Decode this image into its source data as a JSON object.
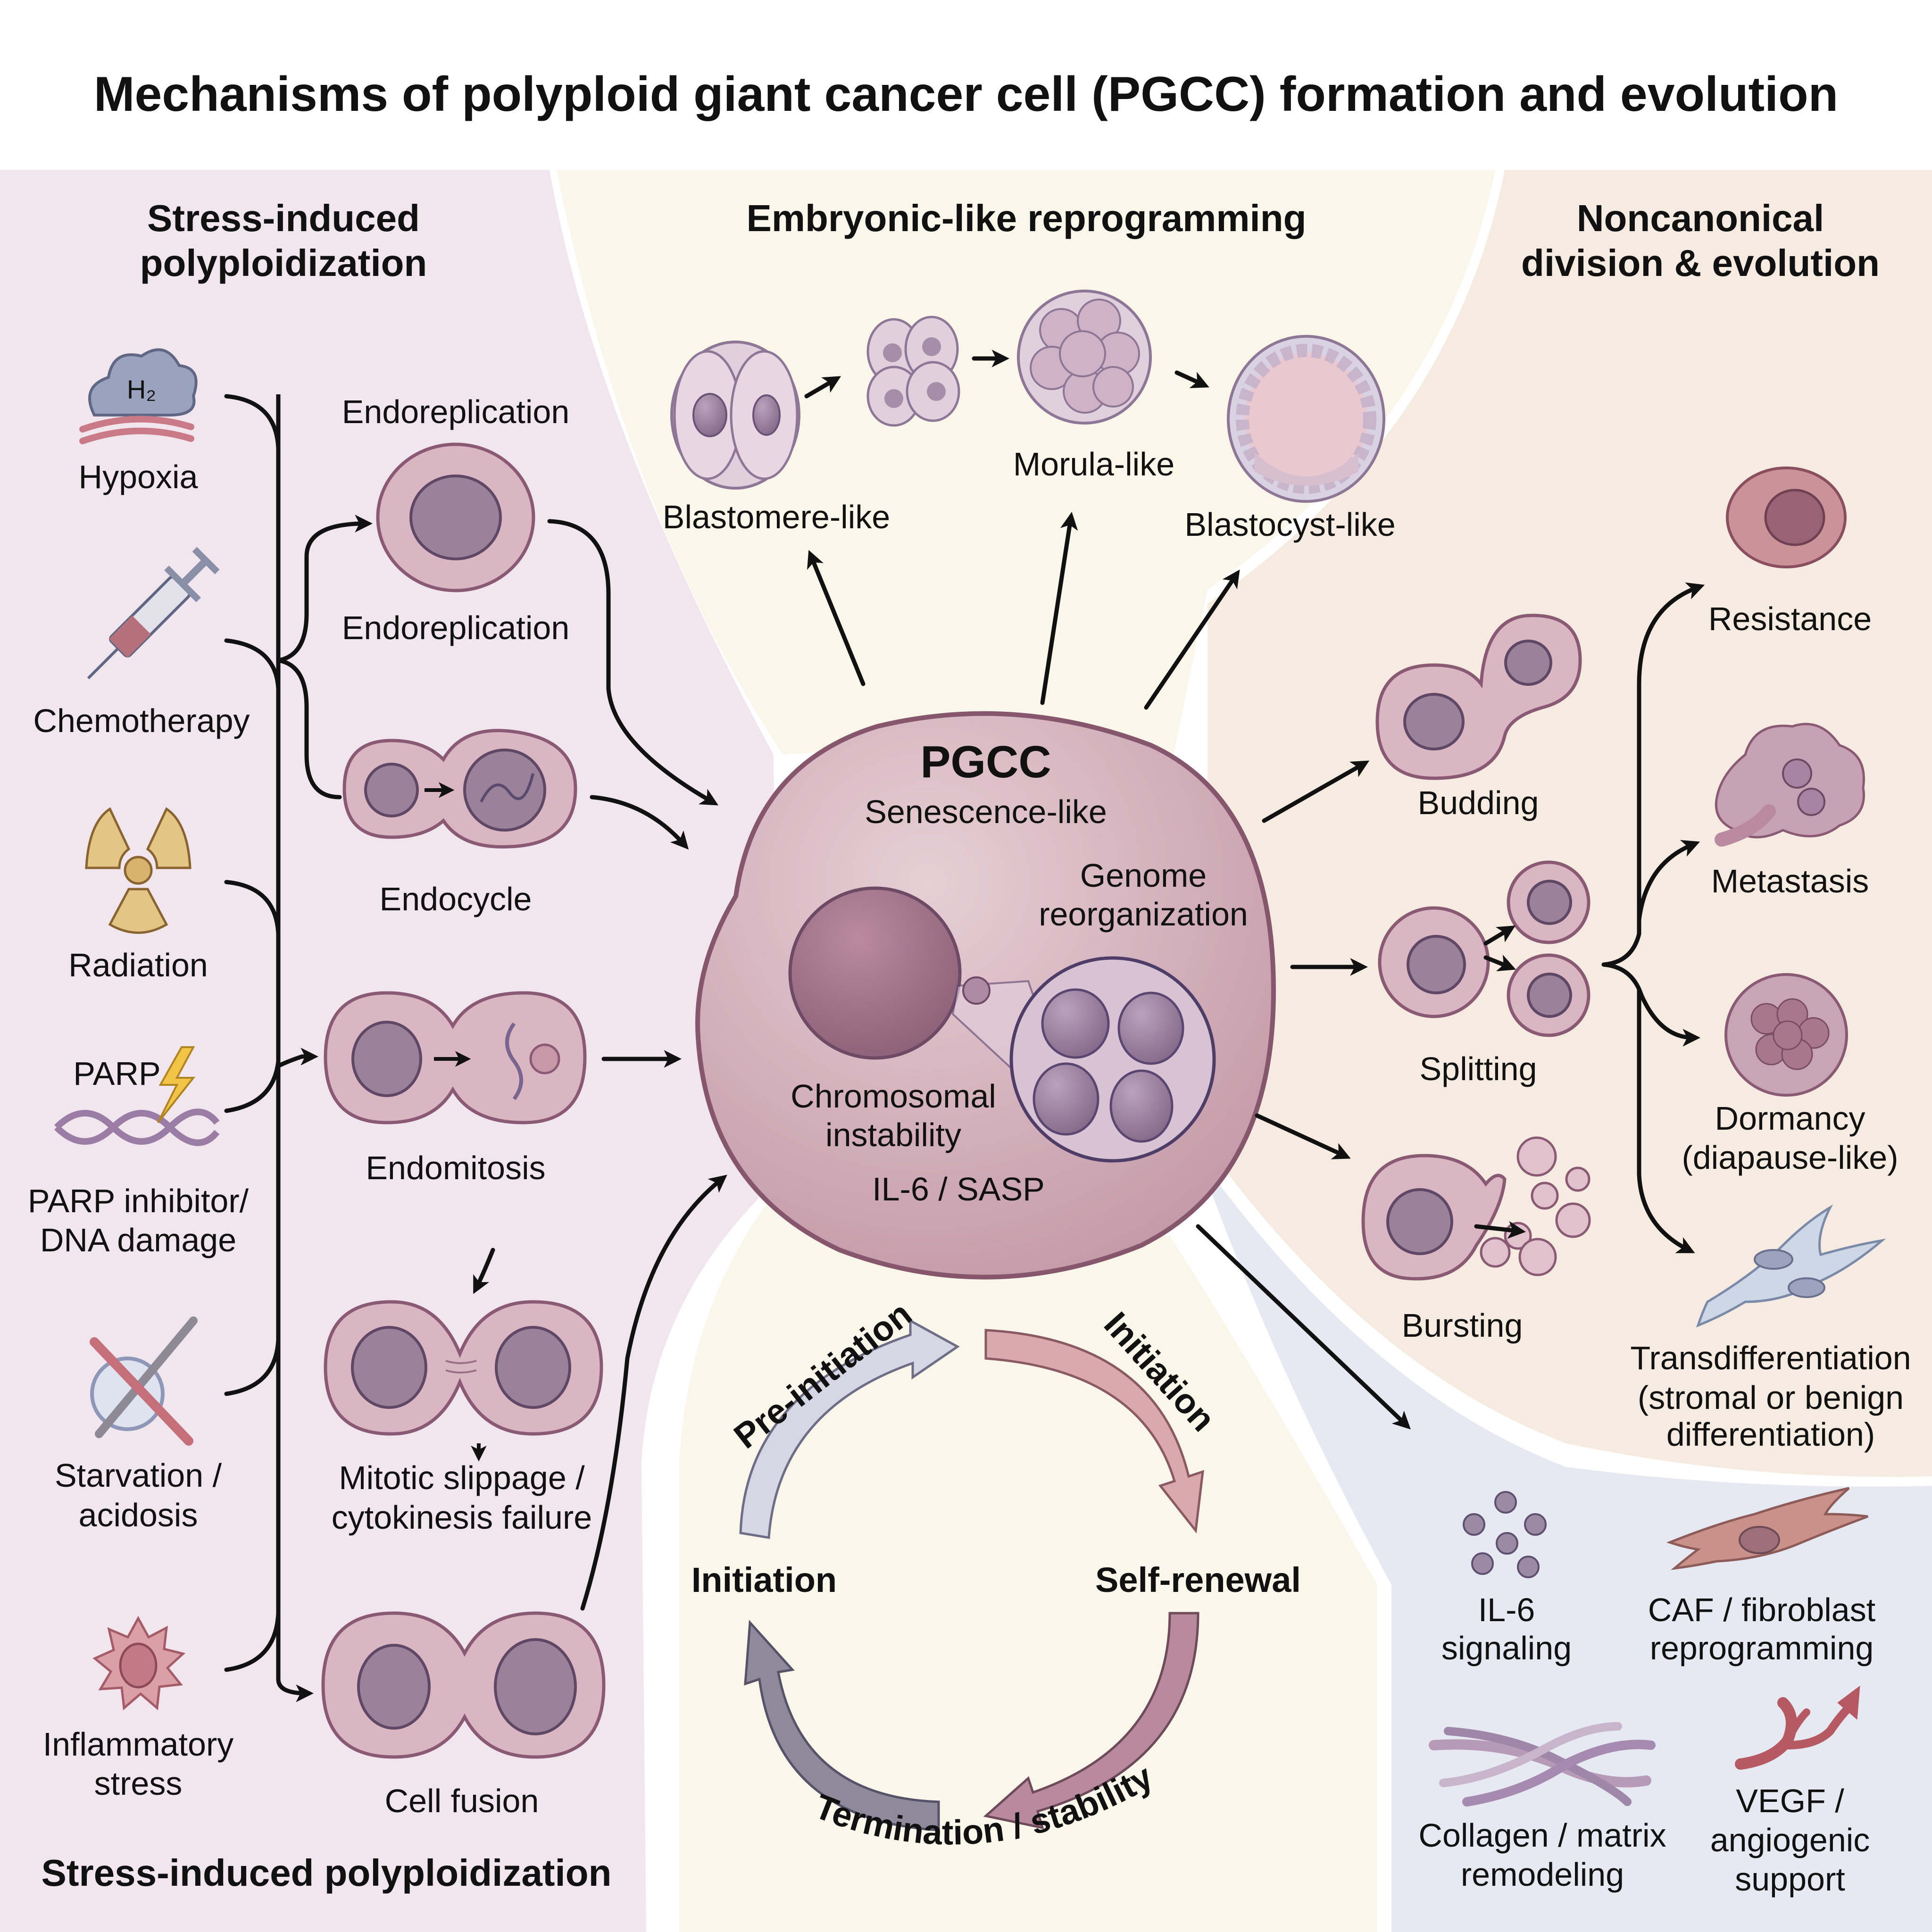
{
  "title": "Mechanisms of polyploid giant cancer cell (PGCC) formation and evolution",
  "panels": {
    "left": {
      "header_line1": "Stress-induced",
      "header_line2": "polyploidization",
      "footer": "Stress-induced polyploidization",
      "color": "#f1e6ee"
    },
    "center": {
      "header": "Embryonic-like reprogramming",
      "color": "#fbf6ea"
    },
    "right": {
      "header_line1": "Noncanonical",
      "header_line2": "division & evolution",
      "color": "#f6ebe0"
    },
    "microenvironment": {
      "color": "#e6e9f1"
    }
  },
  "stressors": [
    {
      "icon": "hypoxia-cloud-icon",
      "label_lines": [
        "Hypoxia"
      ],
      "icon_text": "H₂"
    },
    {
      "icon": "syringe-icon",
      "label_lines": [
        "Chemotherapy"
      ]
    },
    {
      "icon": "radiation-icon",
      "label_lines": [
        "Radiation"
      ]
    },
    {
      "icon": "dna-lightning-icon",
      "label_lines": [
        "PARP inhibitor/",
        "DNA damage"
      ],
      "icon_text": "PARP"
    },
    {
      "icon": "no-food-icon",
      "label_lines": [
        "Starvation /",
        "acidosis"
      ]
    },
    {
      "icon": "inflammatory-cell-icon",
      "label_lines": [
        "Inflammatory",
        "stress"
      ]
    }
  ],
  "mechanisms": [
    {
      "label_top": "Endoreplication",
      "label_lines": [
        "Endoreplication"
      ]
    },
    {
      "label_lines": [
        "Endocycle"
      ]
    },
    {
      "label_lines": [
        "Endomitosis"
      ]
    },
    {
      "label_lines": [
        "Mitotic slippage /",
        "cytokinesis failure"
      ]
    },
    {
      "label_lines": [
        "Cell fusion"
      ]
    }
  ],
  "pgcc": {
    "title": "PGCC",
    "subtitle": "Senescence-like",
    "genome_lines": [
      "Genome",
      "reorganization"
    ],
    "chromosomal_lines": [
      "Chromosomal",
      "instability"
    ],
    "secretion": "IL-6 / SASP"
  },
  "embryonic_stages": [
    {
      "label": "Blastomere-like"
    },
    {
      "label": ""
    },
    {
      "label": "Morula-like"
    },
    {
      "label": "Blastocyst-like"
    }
  ],
  "division_modes": [
    {
      "label": "Budding"
    },
    {
      "label": "Splitting"
    },
    {
      "label": "Bursting"
    }
  ],
  "outcomes": [
    {
      "label_lines": [
        "Resistance"
      ]
    },
    {
      "label_lines": [
        "Metastasis"
      ]
    },
    {
      "label_lines": [
        "Dormancy",
        "(diapause-like)"
      ]
    },
    {
      "label_lines": [
        "Transdifferentiation",
        "(stromal or benign",
        "differentiation)"
      ]
    }
  ],
  "microenvironment": [
    {
      "icon": "il6-dots-icon",
      "label_lines": [
        "IL-6",
        "signaling"
      ]
    },
    {
      "icon": "fibroblast-icon",
      "label_lines": [
        "CAF / fibroblast",
        "reprogramming"
      ]
    },
    {
      "icon": "collagen-fibers-icon",
      "label_lines": [
        "Collagen / matrix",
        "remodeling"
      ]
    },
    {
      "icon": "blood-vessel-icon",
      "label_lines": [
        "VEGF /",
        "angiogenic",
        "support"
      ]
    }
  ],
  "life_cycle": {
    "stages": {
      "pre_initiation": "Pre-initiation",
      "initiation_arc": "Initiation",
      "initiation_node": "Initiation",
      "self_renewal": "Self-renewal",
      "termination": "Termination / stability"
    },
    "colors": {
      "pre_initiation": "#d7d6e4",
      "initiation": "#dba9ad",
      "self_renewal": "#b98a9b",
      "termination": "#8e8a9c"
    }
  }
}
